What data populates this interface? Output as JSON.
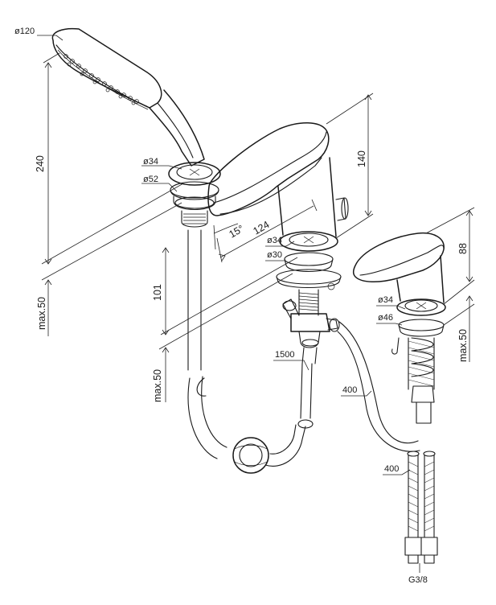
{
  "labels": {
    "head_dia": "ø120",
    "handshower_len": "240",
    "max50_left": "max.50",
    "dia34_a": "ø34",
    "dia52": "ø52",
    "angle": "15°",
    "dim124": "124",
    "dim140": "140",
    "dia34_b": "ø34",
    "dia30": "ø30",
    "dim101": "101",
    "max50_mid": "max.50",
    "hose1500": "1500",
    "hose400a": "400",
    "dim88": "88",
    "dia34_c": "ø34",
    "dia46": "ø46",
    "max50_right": "max.50",
    "hose400b": "400",
    "thread": "G3/8"
  }
}
